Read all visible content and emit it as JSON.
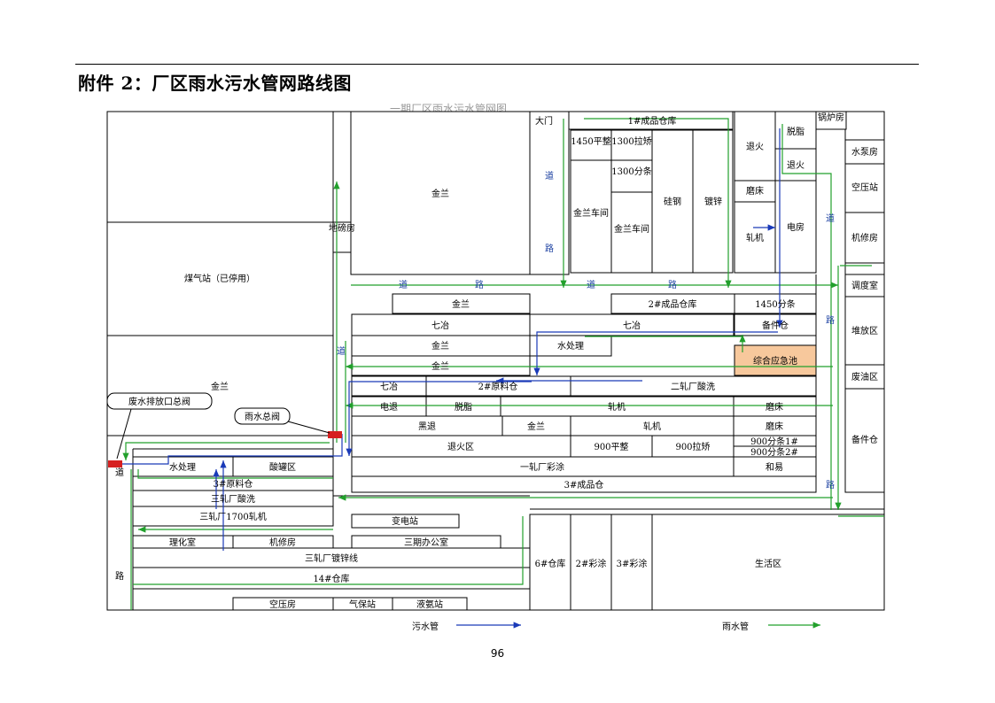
{
  "title": "附件 2：厂区雨水污水管网路线图",
  "header_watermark": "一期厂区雨水污水管网图",
  "page_number": "96",
  "colors": {
    "rain_pipe": "#22a02c",
    "sewage_pipe": "#1a3ab8",
    "emergency_pool": "#f7c89c",
    "valve": "#d62020"
  },
  "buildings": {
    "jinlan_top": "金兰",
    "coal_gas": "煤气站（已停用）",
    "jinlan_left": "金兰",
    "dibang_room": "地磅房",
    "gate": "大门",
    "fg_store1": "1#成品仓库",
    "zhengping1450": "1450平整",
    "lajiao1300": "1300拉矫",
    "fentiao1300": "1300分条",
    "jinlan_ws1": "金兰车间",
    "jinlan_ws2": "金兰车间",
    "silicon_steel": "硅钢",
    "galvanize": "镀锌",
    "annealing1": "退火",
    "degrease": "脱脂",
    "annealing2": "退火",
    "grinder1": "磨床",
    "rolling1": "轧机",
    "power_room": "电房",
    "boiler_room": "锅炉房",
    "water_pump": "水泵房",
    "air_comp1": "空压站",
    "machine_repair1": "机修房",
    "dispatch": "调度室",
    "stacking": "堆放区",
    "waste_oil": "废油区",
    "spare_store1": "备件仓",
    "jinlan2": "金兰",
    "fg_store2": "2#成品仓库",
    "fentiao1450": "1450分条",
    "qiye1": "七冶",
    "qiye2": "七冶",
    "spare_store2": "备件仓",
    "jinlan3": "金兰",
    "water_treat1": "水处理",
    "jinlan4": "金兰",
    "emergency_pool": "综合应急池",
    "qiye3": "七冶",
    "raw_store2": "2#原料仓",
    "pickling2": "二轧厂酸洗",
    "electro_degrease": "电退",
    "degrease2": "脱脂",
    "rolling2": "轧机",
    "grinder2": "磨床",
    "black_anneal": "黑退",
    "jinlan5": "金兰",
    "rolling3": "轧机",
    "grinder3": "磨床",
    "anneal_zone": "退火区",
    "zhengping900": "900平整",
    "lajiao900": "900拉矫",
    "fentiao900_1": "900分条1#",
    "fentiao900_2": "900分条2#",
    "spare_store3": "备件仓",
    "color_coat1": "一轧厂彩涂",
    "hexiang": "和易",
    "fg_store3": "3#成品仓",
    "water_treat2": "水处理",
    "acid_tank": "酸罐区",
    "raw_store3": "3#原料仓",
    "pickling3": "三轧厂酸洗",
    "rolling1700": "三轧厂1700轧机",
    "substation": "变电站",
    "lab": "理化室",
    "machine_repair2": "机修房",
    "office3": "三期办公室",
    "galv_line3": "三轧厂镀锌线",
    "store14": "14#仓库",
    "store6": "6#仓库",
    "color_coat2": "2#彩涂",
    "color_coat3": "3#彩涂",
    "living": "生活区",
    "air_comp2": "空压房",
    "gas_station": "气保站",
    "ammonia": "液氨站"
  },
  "roads": {
    "dao": "道",
    "lu": "路"
  },
  "callouts": {
    "outfall_valve": "废水排放口总阀",
    "rain_valve": "雨水总阀"
  },
  "legend": {
    "sewage": "污水管",
    "rain": "雨水管"
  }
}
